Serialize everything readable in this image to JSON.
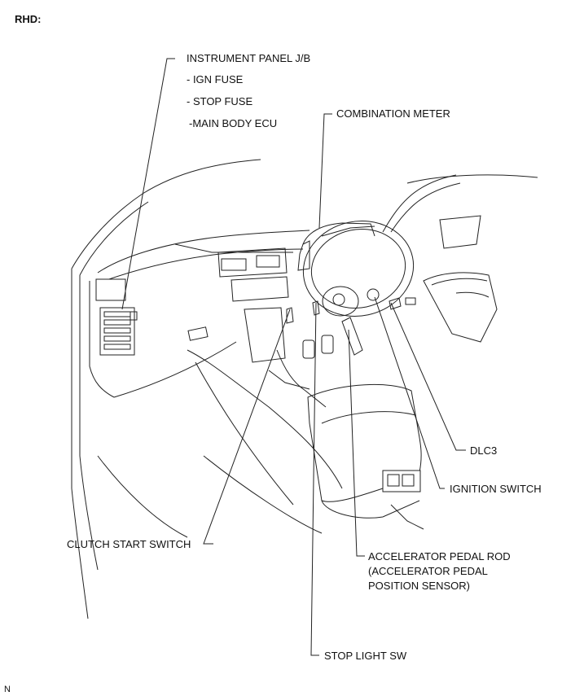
{
  "header": {
    "variant": "RHD:"
  },
  "labels": {
    "instrument_panel_jb": "INSTRUMENT PANEL J/B",
    "ign_fuse": "- IGN FUSE",
    "stop_fuse": "- STOP FUSE",
    "main_body_ecu": "-MAIN BODY ECU",
    "combination_meter": "COMBINATION METER",
    "dlc3": "DLC3",
    "ignition_switch": "IGNITION SWITCH",
    "clutch_start_switch": "CLUTCH START SWITCH",
    "accelerator_pedal_rod": "ACCELERATOR PEDAL ROD",
    "accelerator_pedal_sub1": "(ACCELERATOR PEDAL",
    "accelerator_pedal_sub2": "POSITION SENSOR)",
    "stop_light_sw": "STOP LIGHT SW"
  },
  "footer": {
    "code": "N"
  }
}
